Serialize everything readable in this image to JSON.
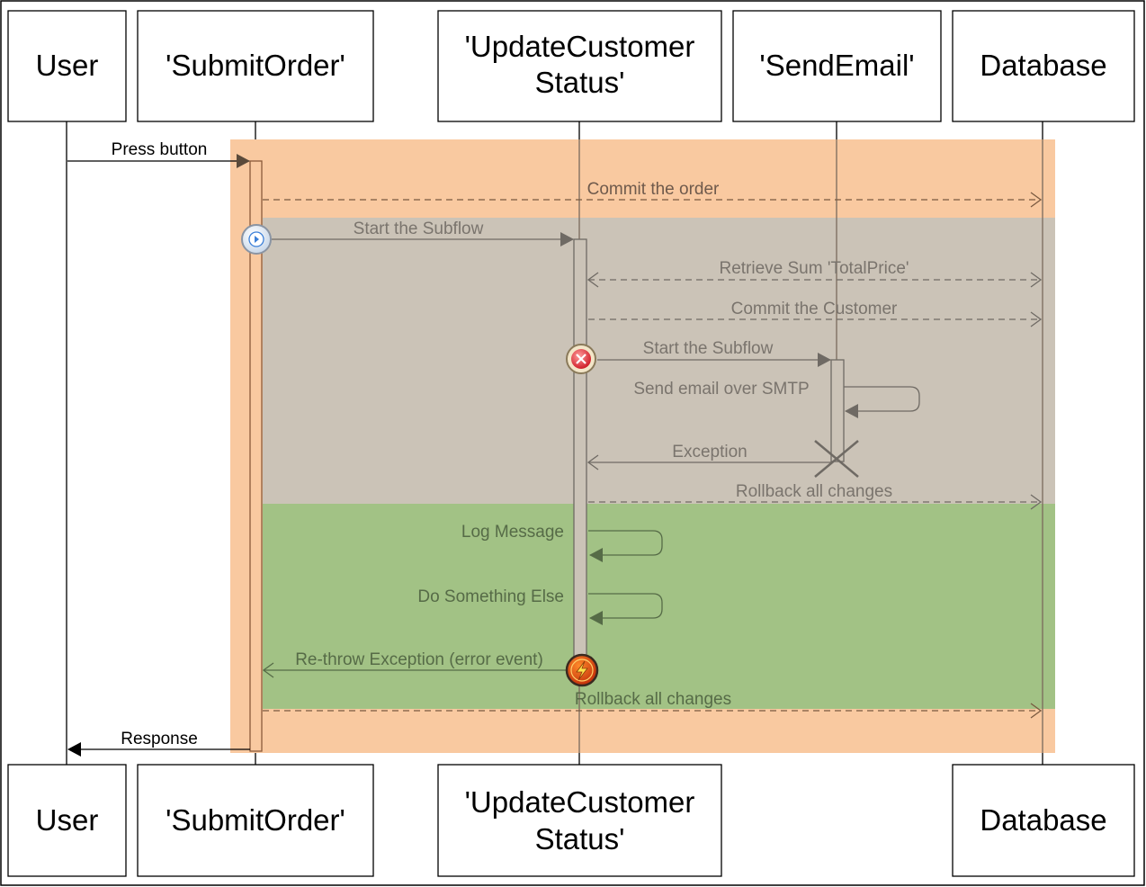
{
  "participants_top": [
    {
      "id": "user",
      "lines": [
        "User"
      ]
    },
    {
      "id": "submit-order",
      "lines": [
        "'SubmitOrder'"
      ]
    },
    {
      "id": "update-customer-status",
      "lines": [
        "'UpdateCustomer",
        "Status'"
      ]
    },
    {
      "id": "send-email",
      "lines": [
        "'SendEmail'"
      ]
    },
    {
      "id": "database",
      "lines": [
        "Database"
      ]
    }
  ],
  "participants_bottom": [
    {
      "id": "user",
      "lines": [
        "User"
      ]
    },
    {
      "id": "submit-order",
      "lines": [
        "'SubmitOrder'"
      ]
    },
    {
      "id": "update-customer-status",
      "lines": [
        "'UpdateCustomer",
        "Status'"
      ]
    },
    {
      "id": "database",
      "lines": [
        "Database"
      ]
    }
  ],
  "messages": {
    "press_button": "Press button",
    "commit_order": "Commit the order",
    "start_subflow_1": "Start the Subflow",
    "retrieve_sum": "Retrieve Sum 'TotalPrice'",
    "commit_customer": "Commit the Customer",
    "start_subflow_2": "Start the Subflow",
    "send_email": "Send email over SMTP",
    "exception": "Exception",
    "rollback_1": "Rollback  all  changes",
    "log_message": "Log Message",
    "do_something_else": "Do Something Else",
    "rethrow": "Re-throw Exception (error event)",
    "rollback_2": "Rollback  all  changes",
    "response": "Response"
  },
  "colors": {
    "transaction_region": "#f9c9a0",
    "subflow_region": "#cbc3b7",
    "error_handler_region": "#a2c285",
    "start_event": "#3b7fd8",
    "error_event": "#e23b3b",
    "rethrow_event": "#e96a10"
  },
  "icons": [
    "start-event-icon",
    "error-boundary-icon",
    "rethrow-error-icon",
    "destroy-x-icon"
  ]
}
